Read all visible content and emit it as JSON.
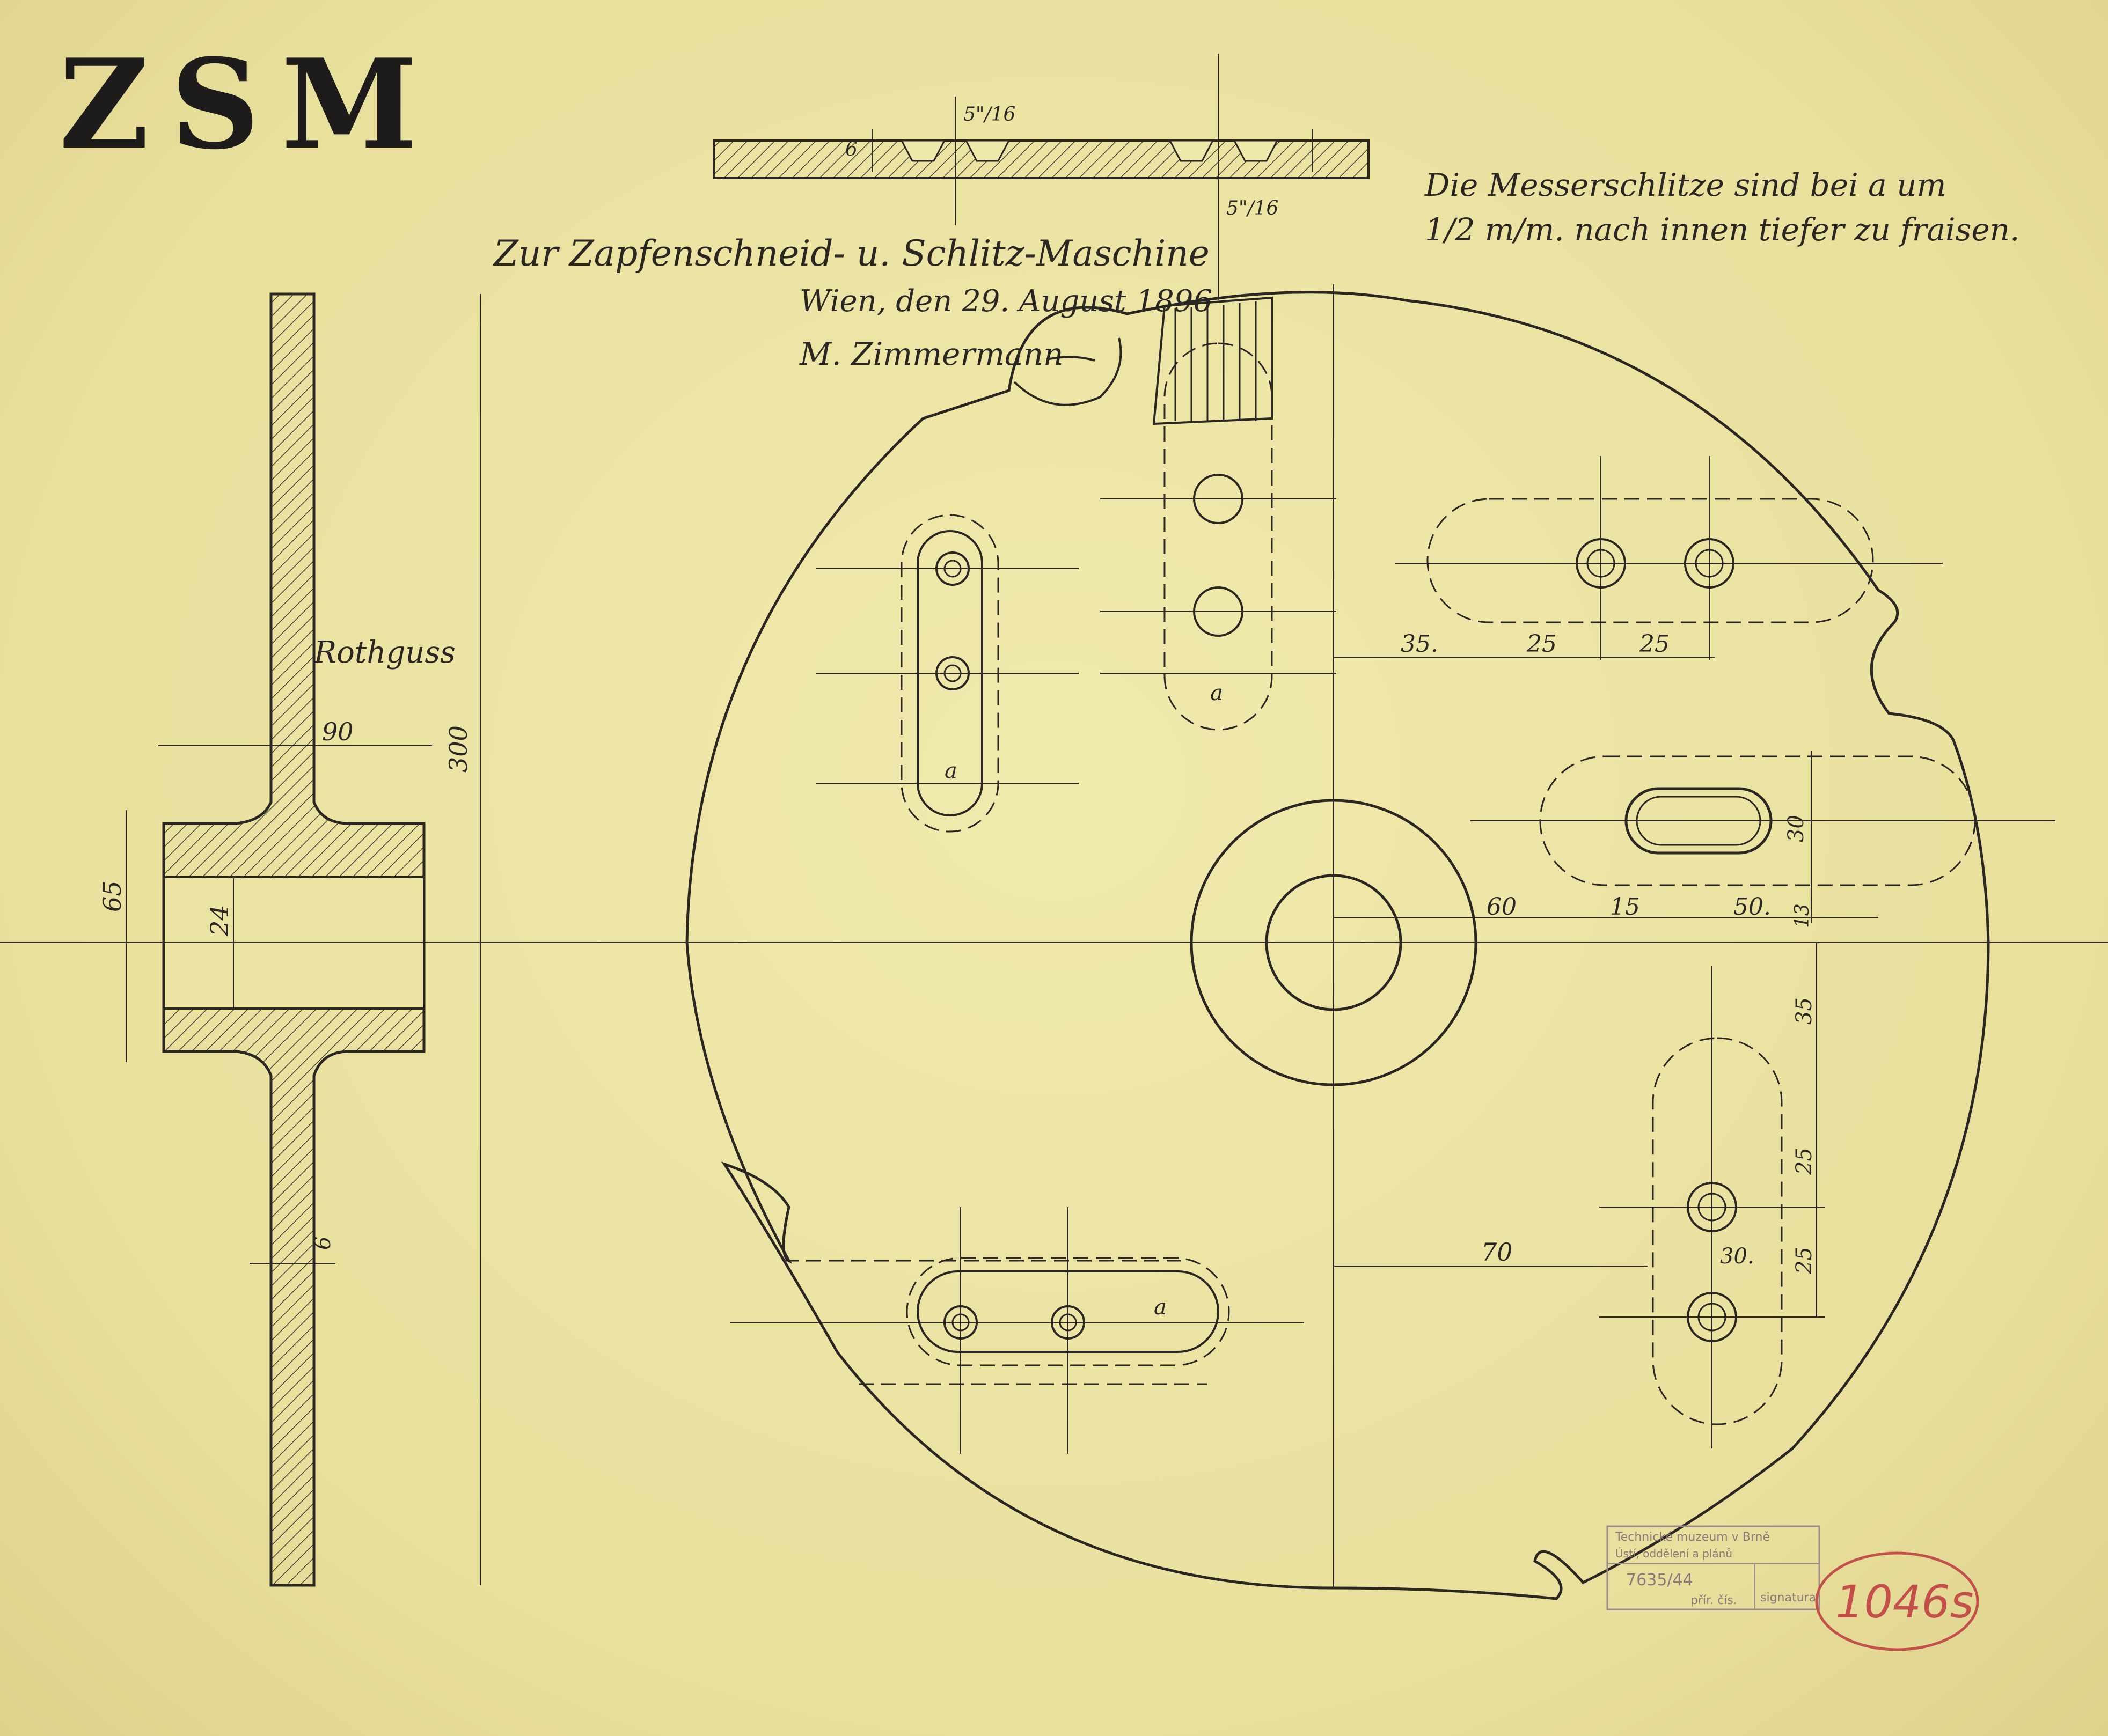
{
  "logo": "ZSM",
  "title": {
    "line1": "Zur Zapfenschneid- u. Schlitz-Maschine",
    "line2": "Wien, den 29. August 1896",
    "line3": "M. Zimmermann"
  },
  "note": {
    "line1": "Die Messerschlitze sind bei a um",
    "line2": "1/2 m/m. nach innen tiefer zu fraisen."
  },
  "material_label": "Rothguss",
  "slot_label": "a",
  "dimensions": {
    "hub_width": "90",
    "overall_height": "300",
    "hub_dia": "65",
    "bore": "24",
    "web": "6",
    "top_fraction_1": "5\"/16",
    "top_fraction_2": "5\"/16",
    "top_small": "6",
    "d35a": "35.",
    "d25a": "25",
    "d25b": "25",
    "d30a": "30",
    "d60": "60",
    "d15": "15",
    "d50": "50.",
    "d13": "13",
    "d35b": "35",
    "d25c": "25",
    "d25d": "25",
    "d70": "70",
    "d30b": "30."
  },
  "stamp": {
    "row1": "Technické muzeum v Brně",
    "row2": "Ústí, oddělení a plánů",
    "sig_label": "signatura",
    "sig_value": "7635/44",
    "num_label": "přír. čís."
  },
  "archive_number": "1046s",
  "colors": {
    "paper": "#ede6a6",
    "ink": "#2a2622",
    "red_ink": "#c4504a"
  }
}
